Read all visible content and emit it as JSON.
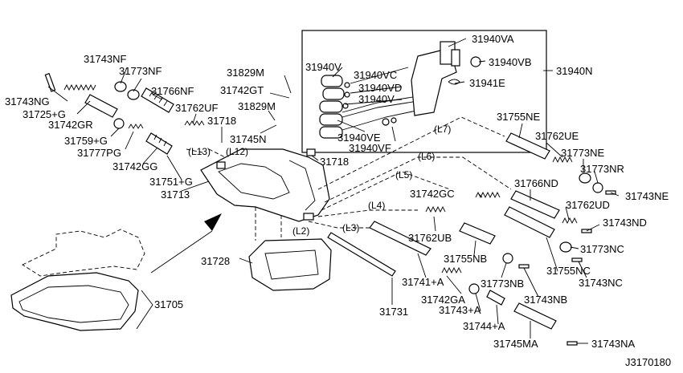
{
  "diagram_id": "J3170180",
  "part_labels": {
    "p31743NG": "31743NG",
    "p31725G": "31725+G",
    "p31742GR": "31742GR",
    "p31743NF": "31743NF",
    "p31773NF": "31773NF",
    "p31766NF": "31766NF",
    "p31762UF": "31762UF",
    "p31759G": "31759+G",
    "p31777PG": "31777PG",
    "p31742GG": "31742GG",
    "p31751G": "31751+G",
    "p31713": "31713",
    "p31718a": "31718",
    "p31718b": "31718",
    "p31829Ma": "31829M",
    "p31829Mb": "31829M",
    "p31742GT": "31742GT",
    "p31745N": "31745N",
    "p31940V": "31940V",
    "p31940VC": "31940VC",
    "p31940VD": "31940VD",
    "p31940Vb": "31940V",
    "p31940VE": "31940VE",
    "p31940VF": "31940VF",
    "p31940VA": "31940VA",
    "p31940VB": "31940VB",
    "p31940N": "31940N",
    "p31941E": "31941E",
    "p31755NE": "31755NE",
    "p31762UE": "31762UE",
    "p31773NE": "31773NE",
    "p31773NR": "31773NR",
    "p31743NE": "31743NE",
    "p31766ND": "31766ND",
    "p31762UD": "31762UD",
    "p31743ND": "31743ND",
    "p31742GC": "31742GC",
    "p31762UB": "31762UB",
    "p31773NC": "31773NC",
    "p31755NB": "31755NB",
    "p31755NC": "31755NC",
    "p31743NC": "31743NC",
    "p31728": "31728",
    "p31741A": "31741+A",
    "p31773NB": "31773NB",
    "p31742GA": "31742GA",
    "p31743NB": "31743NB",
    "p31743A": "31743+A",
    "p31744A": "31744+A",
    "p31731": "31731",
    "p31745MA": "31745MA",
    "p31743NA": "31743NA",
    "p31705": "31705"
  },
  "line_labels": {
    "L13": "(L13)",
    "L12": "(L12)",
    "L7": "(L7)",
    "L6": "(L6)",
    "L5": "(L5)",
    "L4": "(L4)",
    "L3": "(L3)",
    "L2": "(L2)"
  }
}
